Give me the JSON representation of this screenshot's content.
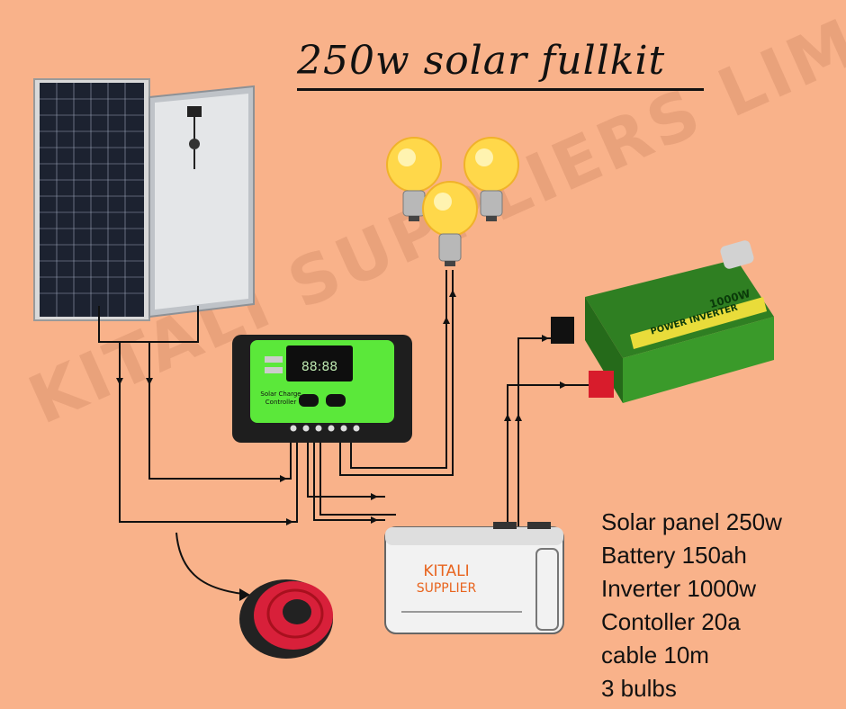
{
  "title": "250w solar fullkit",
  "watermark": "KITALI SUPPLIERS LIMITED",
  "specs": [
    "Solar panel 250w",
    "Battery 150ah",
    "Inverter 1000w",
    "Contoller 20a",
    "cable 10m",
    "3 bulbs"
  ],
  "controller": {
    "label_line1": "Solar Charge",
    "label_line2": "Controller",
    "display": "88:88"
  },
  "inverter": {
    "label": "POWER INVERTER",
    "rating": "1000W"
  },
  "battery": {
    "brand": "KITALI",
    "brand2": "SUPPLIER"
  },
  "colors": {
    "background": "#f9b28a",
    "controller_green": "#5be83a",
    "inverter_green": "#3a9a2a",
    "bulb_yellow": "#ffd84a",
    "cable_red": "#d8203a"
  }
}
